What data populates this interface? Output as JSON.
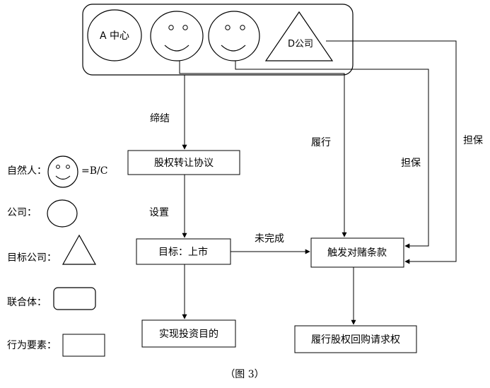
{
  "parties": {
    "a_center": "A 中心",
    "d_company": "D公司"
  },
  "boxes": {
    "equity_agreement": "股权转让协议",
    "goal_listing": "目标：上市",
    "trigger_clause": "触发对赌条款",
    "investment_goal": "实现投资目的",
    "buyback_claim": "履行股权回购请求权"
  },
  "edges": {
    "sign": "缔结",
    "set": "设置",
    "not_complete": "未完成",
    "perform": "履行",
    "guarantee_inner": "担保",
    "guarantee_outer": "担保"
  },
  "legend": {
    "natural_person": "自然人：",
    "natural_person_value": "=B/C",
    "company": "公司：",
    "target_company": "目标公司：",
    "consortium": "联合体：",
    "action_element": "行为要素："
  },
  "caption": "（图 3）"
}
